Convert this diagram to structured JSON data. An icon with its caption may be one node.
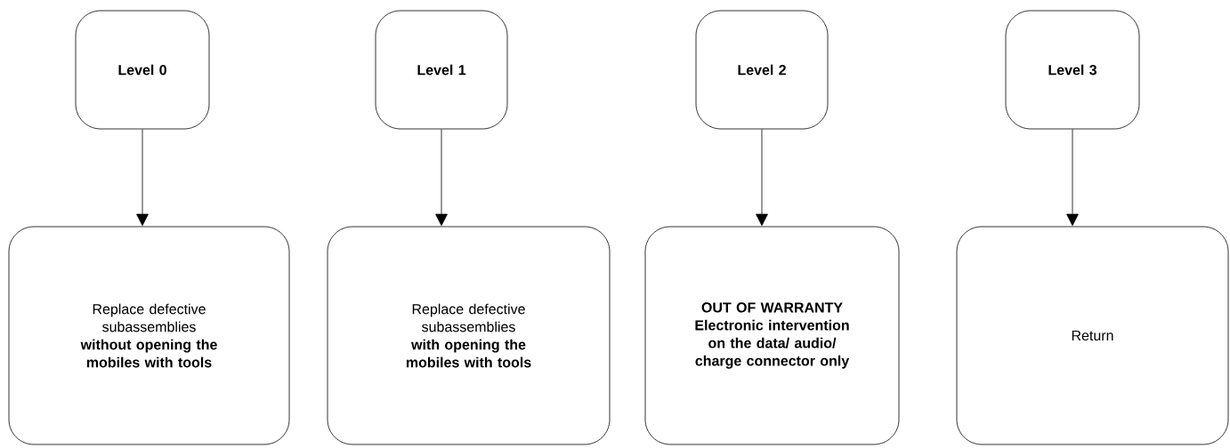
{
  "diagram": {
    "nodes": [
      {
        "text": [
          "Level 0"
        ]
      },
      {
        "text": [
          "Level 1"
        ]
      },
      {
        "text": [
          "Level 2"
        ]
      },
      {
        "text": [
          "Level 3"
        ]
      },
      {
        "text": [
          "Replace defective subassemblies **without opening the mobiles with tools**"
        ]
      },
      {
        "text": [
          "Replace defective subassemblies **with opening the mobiles with tools**"
        ]
      },
      {
        "text": [
          "OUT OF WARRANTY Electronic intervention on the data/ audio/ charge connector only"
        ]
      },
      {
        "text": [
          "Return"
        ]
      }
    ],
    "edges": [
      {
        "from": 0,
        "to": 4,
        "arrow": "to"
      },
      {
        "from": 1,
        "to": 5,
        "arrow": "to"
      },
      {
        "from": 2,
        "to": 6,
        "arrow": "to"
      },
      {
        "from": 3,
        "to": 7,
        "arrow": "to"
      }
    ]
  }
}
